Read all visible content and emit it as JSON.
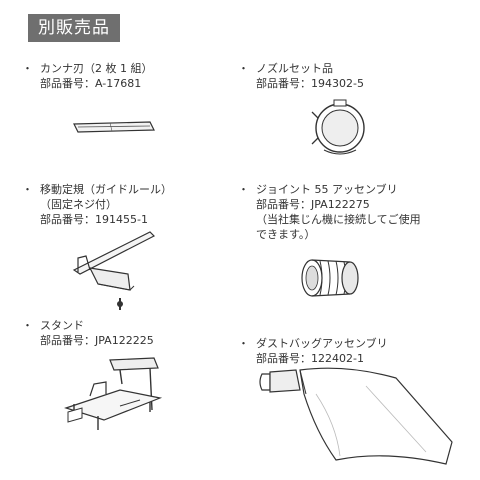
{
  "header": {
    "title": "別販売品"
  },
  "bullet": "・",
  "items": [
    {
      "name": "カンナ刃（2 枚 1 組）",
      "part": "部品番号：A-17681"
    },
    {
      "name": "ノズルセット品",
      "part": "部品番号：194302-5"
    },
    {
      "name": "移動定規（ガイドルール）",
      "sub": "（固定ネジ付）",
      "part": "部品番号：191455-1"
    },
    {
      "name": "ジョイント 55 アッセンブリ",
      "part": "部品番号：JPA122275",
      "note1": "（当社集じん機に接続してご使用",
      "note2": "できます。）"
    },
    {
      "name": "スタンド",
      "part": "部品番号：JPA122225"
    },
    {
      "name": "ダストバッグアッセンブリ",
      "part": "部品番号：122402-1"
    }
  ]
}
